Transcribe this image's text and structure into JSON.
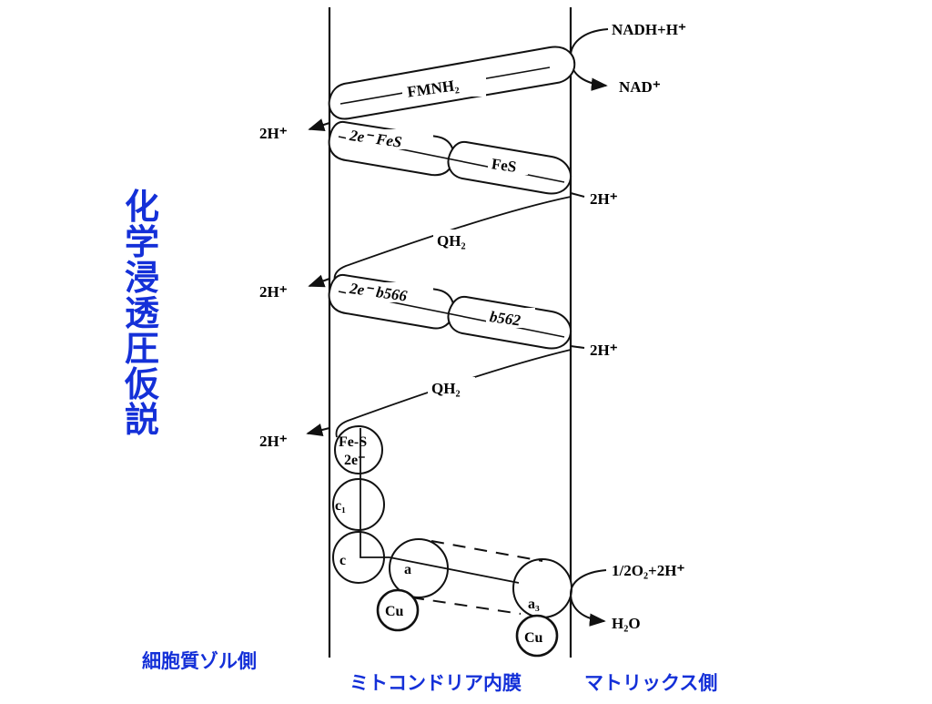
{
  "title_chars": [
    "化",
    "学",
    "浸",
    "透",
    "圧",
    "仮",
    "説"
  ],
  "side_labels": {
    "cytosol": "細胞質ゾル側",
    "membrane": "ミトコンドリア内膜",
    "matrix": "マトリックス側"
  },
  "matrix_labels": {
    "nadh": "NADH+H⁺",
    "nad": "NAD⁺",
    "proton_pair_1": "2H⁺",
    "proton_pair_2": "2H⁺",
    "oxygen": "1/2O₂+2H⁺",
    "water": "H₂O"
  },
  "cytosol_labels": {
    "proton_pair_1": "2H⁺",
    "proton_pair_2": "2H⁺",
    "proton_pair_3": "2H⁺"
  },
  "carriers": {
    "fmnh2": "FMNH₂",
    "fes_left": "2e⁻ FeS",
    "fes_right": "FeS",
    "qh2_1": "QH₂",
    "b566": "2e⁻ b566",
    "b562": "b562",
    "qh2_2": "QH₂",
    "fes_circle_line1": "Fe-S",
    "fes_circle_line2": "2e⁻",
    "c1": "c₁",
    "c": "c",
    "a": "a",
    "a3": "a₃",
    "cu_left": "Cu",
    "cu_right": "Cu"
  }
}
